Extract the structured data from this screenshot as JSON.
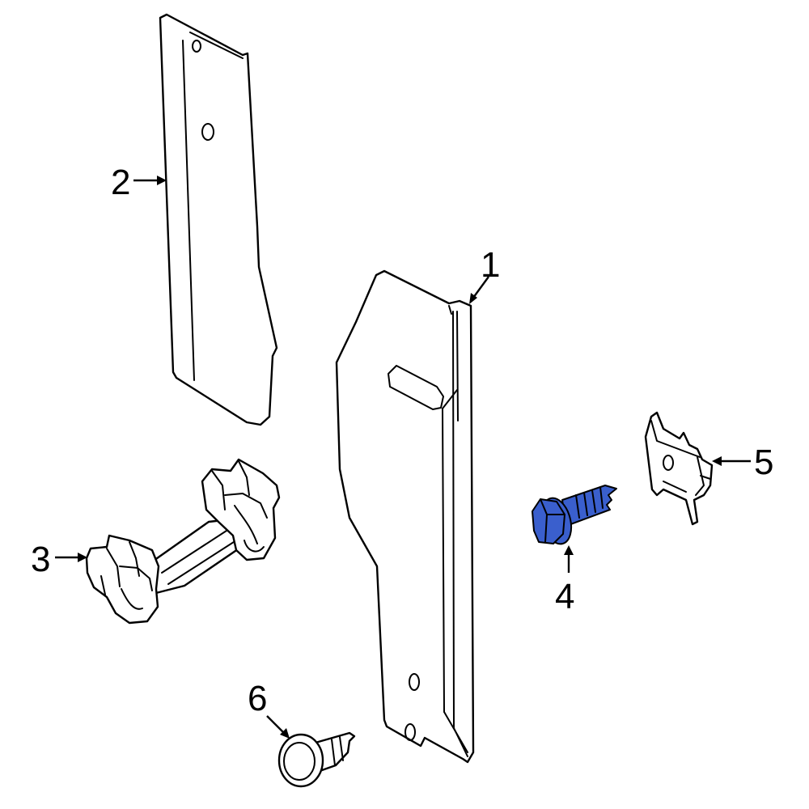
{
  "diagram": {
    "highlight_color": "#3a5fcd",
    "outline_color": "#000000",
    "background_color": "#ffffff",
    "callouts": [
      {
        "id": "1",
        "label": "1"
      },
      {
        "id": "2",
        "label": "2"
      },
      {
        "id": "3",
        "label": "3"
      },
      {
        "id": "4",
        "label": "4",
        "highlighted": true
      },
      {
        "id": "5",
        "label": "5"
      },
      {
        "id": "6",
        "label": "6"
      }
    ]
  }
}
